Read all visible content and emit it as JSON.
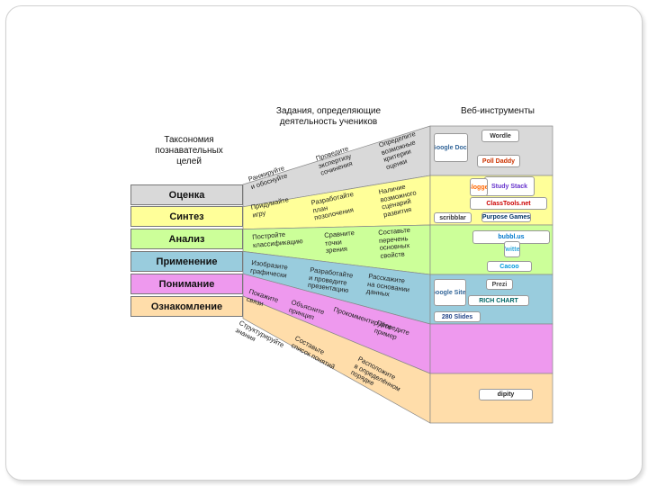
{
  "headers": {
    "taxonomy": [
      "Таксономия",
      "познавательных",
      "целей"
    ],
    "tasks": [
      "Задания, определяющие",
      "деятельность учеников"
    ],
    "web_tools": "Веб-инструменты"
  },
  "levels": [
    {
      "label": "Оценка",
      "color": "#d9d9d9"
    },
    {
      "label": "Синтез",
      "color": "#ffff99"
    },
    {
      "label": "Анализ",
      "color": "#ccff99"
    },
    {
      "label": "Применение",
      "color": "#99ccdd"
    },
    {
      "label": "Понимание",
      "color": "#ee99ee"
    },
    {
      "label": "Ознакомление",
      "color": "#ffddaa"
    }
  ],
  "tasks": [
    {
      "text": [
        "Ранжируйте",
        "и обоснуйте"
      ],
      "rot": -18
    },
    {
      "text": [
        "Проведите",
        "экспертизу",
        "сочинения"
      ],
      "rot": -18
    },
    {
      "text": [
        "Определите",
        "возможные",
        "критерии",
        "оценки"
      ],
      "rot": -18
    },
    {
      "text": [
        "Придумайте",
        "игру"
      ],
      "rot": -12
    },
    {
      "text": [
        "Разработайте",
        "план",
        "позолочения"
      ],
      "rot": -12
    },
    {
      "text": [
        "Наличие",
        "возможного",
        "сценарий",
        "развития"
      ],
      "rot": -12
    },
    {
      "text": [
        "Постройте",
        "классификацию"
      ],
      "rot": -5
    },
    {
      "text": [
        "Сравните",
        "точки",
        "зрения"
      ],
      "rot": -5
    },
    {
      "text": [
        "Составьте",
        "перечень",
        "основных",
        "свойств"
      ],
      "rot": -5
    },
    {
      "text": [
        "Изобразите",
        "графически"
      ],
      "rot": 8
    },
    {
      "text": [
        "Разработайте",
        "и проведите",
        "презентацию"
      ],
      "rot": 8
    },
    {
      "text": [
        "Расскажите",
        "на основании",
        "данных"
      ],
      "rot": 8
    },
    {
      "text": [
        "Покажите",
        "связи"
      ],
      "rot": 18
    },
    {
      "text": [
        "Объясните",
        "принцип"
      ],
      "rot": 18
    },
    {
      "text": [
        "Прокомментируйте"
      ],
      "rot": 18
    },
    {
      "text": [
        "Проведите",
        "пример"
      ],
      "rot": 18
    },
    {
      "text": [
        "Структурируйте",
        "знания"
      ],
      "rot": 28
    },
    {
      "text": [
        "Составьте",
        "список понятий"
      ],
      "rot": 28
    },
    {
      "text": [
        "Расположите",
        "в определённом",
        "порядке"
      ],
      "rot": 28
    }
  ],
  "tools": [
    {
      "label": "Wordle",
      "color": "#333333"
    },
    {
      "label": "Google Docs",
      "color": "#336699"
    },
    {
      "label": "Poll Daddy",
      "color": "#cc3300"
    },
    {
      "label": "Study Stack",
      "color": "#6633cc"
    },
    {
      "label": "ClassTools.net",
      "color": "#cc0000"
    },
    {
      "label": "Purpose Games",
      "color": "#003366"
    },
    {
      "label": "scribblar",
      "color": "#333333"
    },
    {
      "label": "bubbl.us",
      "color": "#0077cc"
    },
    {
      "label": "Cacoo",
      "color": "#0099dd"
    },
    {
      "label": "RICH CHART",
      "color": "#006666"
    },
    {
      "label": "280 Slides",
      "color": "#224488"
    },
    {
      "label": "Prezi",
      "color": "#444444"
    },
    {
      "label": "dipity",
      "color": "#222222"
    },
    {
      "label": "Google Sites",
      "color": "#336699"
    },
    {
      "label": "Blogger",
      "color": "#ff6600"
    },
    {
      "label": "Twitter",
      "color": "#33aadd"
    }
  ]
}
